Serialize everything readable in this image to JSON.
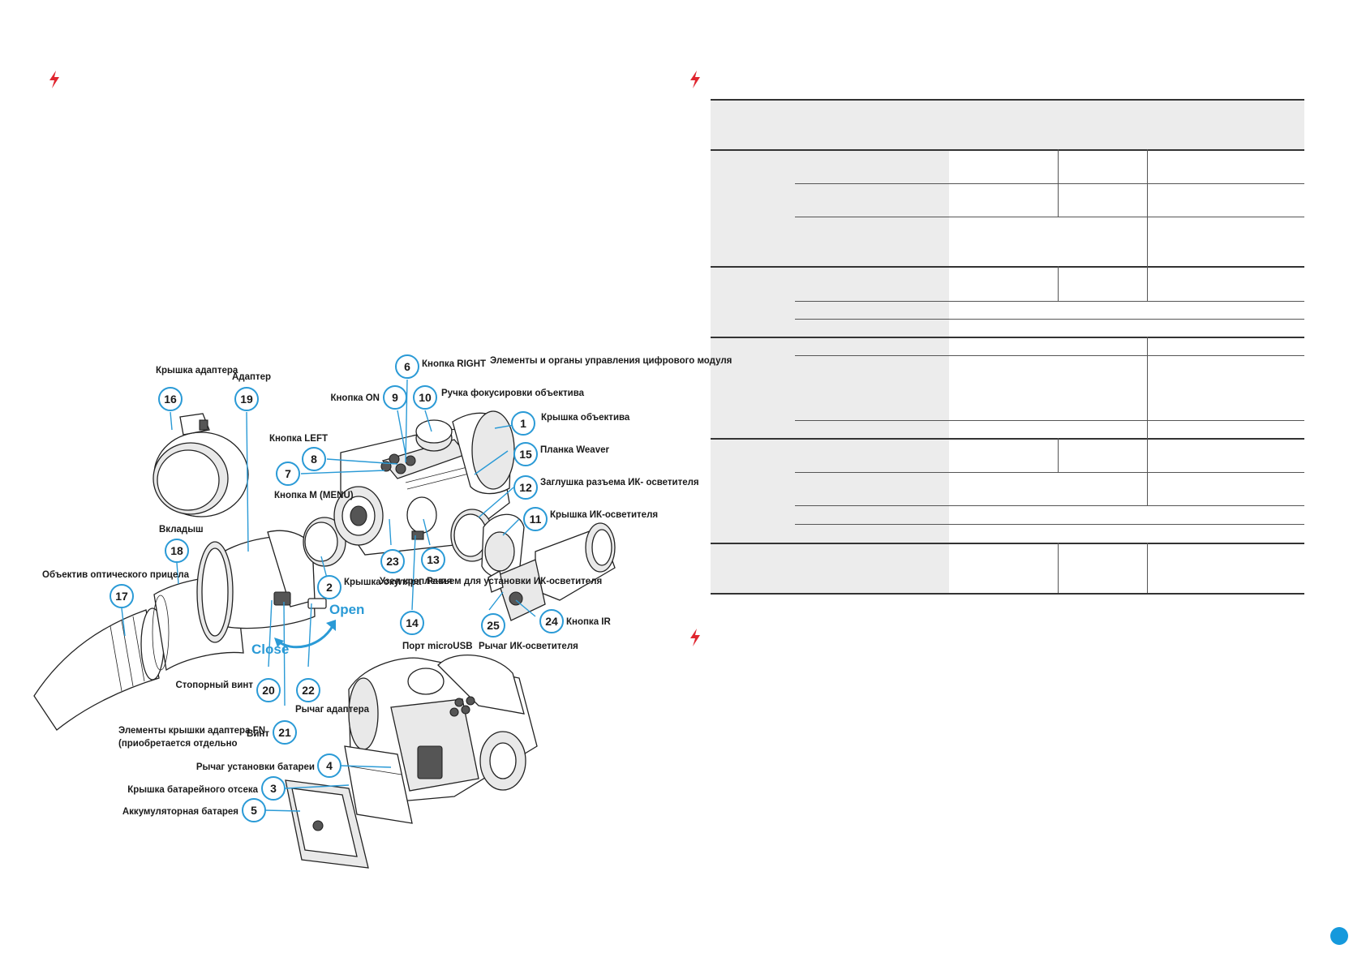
{
  "icons": {
    "left_marker": "lightning-bolt-icon",
    "right_marker_top": "lightning-bolt-icon",
    "right_marker_bottom": "lightning-bolt-icon"
  },
  "colors": {
    "accent_red": "#e0262f",
    "accent_blue": "#2a9ad6",
    "page_badge": "#1599dc",
    "table_shade": "#ececec"
  },
  "diagram": {
    "title": "Элементы и органы управления цифрового модуля",
    "callouts": [
      {
        "number": "1",
        "label": "Крышка объектива"
      },
      {
        "number": "2",
        "label": "Крышка окуляра"
      },
      {
        "number": "3",
        "label": "Крышка батарейного отсека"
      },
      {
        "number": "4",
        "label": "Рычаг установки батареи"
      },
      {
        "number": "5",
        "label": "Аккумуляторная батарея"
      },
      {
        "number": "6",
        "label": "Кнопка RIGHT"
      },
      {
        "number": "7",
        "label": "Кнопка M (MENU)"
      },
      {
        "number": "8",
        "label": "Кнопка LEFT"
      },
      {
        "number": "9",
        "label": "Кнопка ON"
      },
      {
        "number": "10",
        "label": "Ручка фокусировки объектива"
      },
      {
        "number": "11",
        "label": "Крышка ИК-осветителя"
      },
      {
        "number": "12",
        "label": "Заглушка разъема ИК- осветителя"
      },
      {
        "number": "13",
        "label": "Разъем для установки ИК-осветителя"
      },
      {
        "number": "14",
        "label": "Порт microUSB"
      },
      {
        "number": "15",
        "label": "Планка Weaver"
      },
      {
        "number": "16",
        "label": "Крышка адаптера"
      },
      {
        "number": "17",
        "label": "Объектив оптического прицела"
      },
      {
        "number": "18",
        "label": "Вкладыш"
      },
      {
        "number": "19",
        "label": "Адаптер"
      },
      {
        "number": "20",
        "label": "Стопорный винт"
      },
      {
        "number": "21",
        "label": "Винт"
      },
      {
        "number": "22",
        "label": "Рычаг адаптера"
      },
      {
        "number": "23",
        "label": "Узел крепления"
      },
      {
        "number": "24",
        "label": "Кнопка IR"
      },
      {
        "number": "25",
        "label": "Рычаг ИК-осветителя"
      }
    ],
    "open_label": "Open",
    "close_label": "Close",
    "fn_note_line1": "Элементы крышки адаптера FN",
    "fn_note_line2": "(приобретается отдельно"
  }
}
